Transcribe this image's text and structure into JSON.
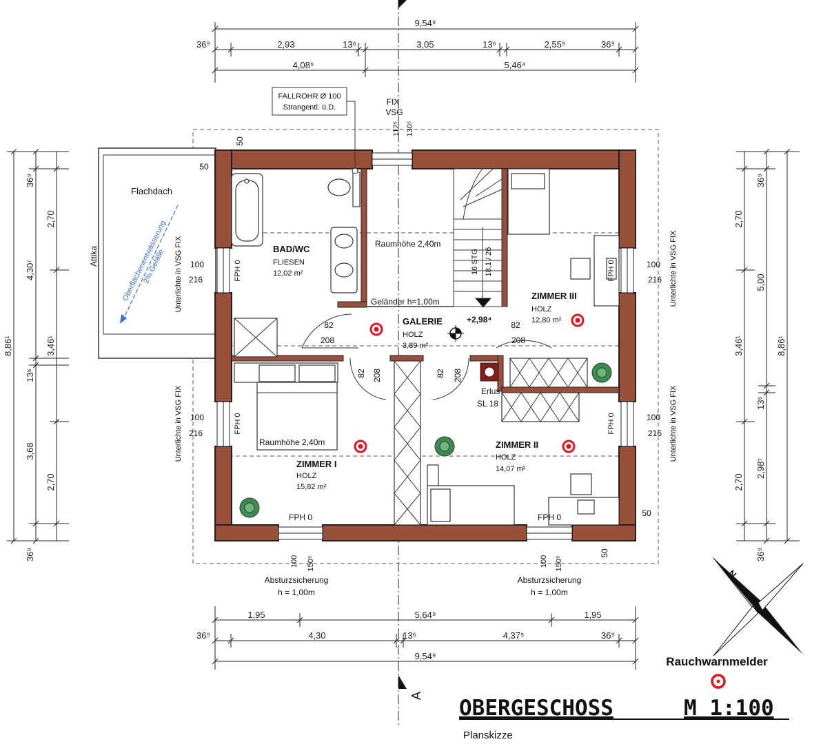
{
  "title": "OBERGESCHOSS",
  "scale": "M 1:100",
  "subtitle": "Planskizze",
  "legend": {
    "label": "Rauchwarnmelder",
    "color": "#e0141e"
  },
  "section_marker": "A",
  "rooms": {
    "bad": {
      "name": "BAD/WC",
      "floor": "FLIESEN",
      "area": "12,02 m²"
    },
    "galerie": {
      "name": "GALERIE",
      "floor": "HOLZ",
      "area": "3,89 m²"
    },
    "zimmer3": {
      "name": "ZIMMER III",
      "floor": "HOLZ",
      "area": "12,80 m²"
    },
    "zimmer1": {
      "name": "ZIMMER I",
      "floor": "HOLZ",
      "area": "15,82 m²"
    },
    "zimmer2": {
      "name": "ZIMMER II",
      "floor": "HOLZ",
      "area": "14,07 m²"
    }
  },
  "notes": {
    "fallrohr_1": "FALLROHR Ø 100",
    "fallrohr_2": "Strangentl. ü.D.",
    "fix": "FIX",
    "vsg": "VSG",
    "flachdach": "Flachdach",
    "attika": "Attika",
    "entwaesserung_1": "Oberflächenentwässerung",
    "entwaesserung_2": "2% Gefälle",
    "raumhoehe_gal": "Raumhöhe 2,40m",
    "raumhoehe_z1": "Raumhöhe 2,40m",
    "gelaender": "Geländer h=1,00m",
    "stair_1": "16 STG",
    "stair_2": "18,1 / 26",
    "level": "+2,98⁴",
    "erlus_1": "Erlus",
    "erlus_2": "SL 18",
    "absturz_1": "Absturzsicherung",
    "absturz_h": "h = 1,00m",
    "absturz_2": "Absturzsicherung",
    "absturz_h2": "h = 1,00m",
    "unterlichte": "Unterlichte in VSG FIX",
    "fph0": "FPH 0",
    "door_82": "82",
    "door_208": "208",
    "win_100": "100",
    "win_216": "216",
    "win_150": "150⁵",
    "dim_50": "50",
    "dim_112": "112⁵",
    "dim_130": "130⁵"
  },
  "dims": {
    "top_total": "9,54⁹",
    "top_row2": [
      "36⁹",
      "2,93",
      "13⁶",
      "3,05",
      "13⁶",
      "2,55⁹",
      "36⁹"
    ],
    "top_row3": [
      "4,08⁵",
      "5,46⁴"
    ],
    "bottom_row1": [
      "1,95",
      "5,64⁹",
      "1,95"
    ],
    "bottom_row2": [
      "36⁹",
      "4,30",
      "13⁶",
      "4,37⁵",
      "36⁹"
    ],
    "bottom_total": "9,54⁹",
    "left_total": "8,86¹",
    "left_row2": [
      "36⁹",
      "4,30⁷",
      "13⁶",
      "3,68",
      "36⁹"
    ],
    "left_row3": [
      "2,70",
      "3,46¹",
      "2,70"
    ],
    "right_total": "8,86¹",
    "right_row2": [
      "36⁹",
      "5,00",
      "13⁶",
      "2,98⁷",
      "36⁹"
    ],
    "right_row3": [
      "2,70",
      "3,46¹",
      "2,70"
    ]
  }
}
